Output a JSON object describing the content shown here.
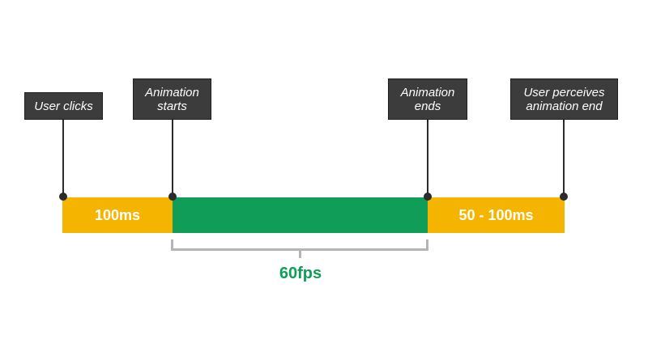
{
  "timeline": {
    "events": [
      {
        "id": "user-clicks",
        "lines": [
          "User clicks"
        ]
      },
      {
        "id": "animation-starts",
        "lines": [
          "Animation",
          "starts"
        ]
      },
      {
        "id": "animation-ends",
        "lines": [
          "Animation",
          "ends"
        ]
      },
      {
        "id": "user-perceives-end",
        "lines": [
          "User perceives",
          "animation end"
        ]
      }
    ],
    "segments": {
      "response": {
        "label": "100ms",
        "color": "#F4B400"
      },
      "animation": {
        "label": "",
        "color": "#0F9D58"
      },
      "perception": {
        "label": "50 - 100ms",
        "color": "#F4B400"
      }
    },
    "animation_rate": {
      "label": "60fps",
      "color": "#0F9D58"
    }
  }
}
